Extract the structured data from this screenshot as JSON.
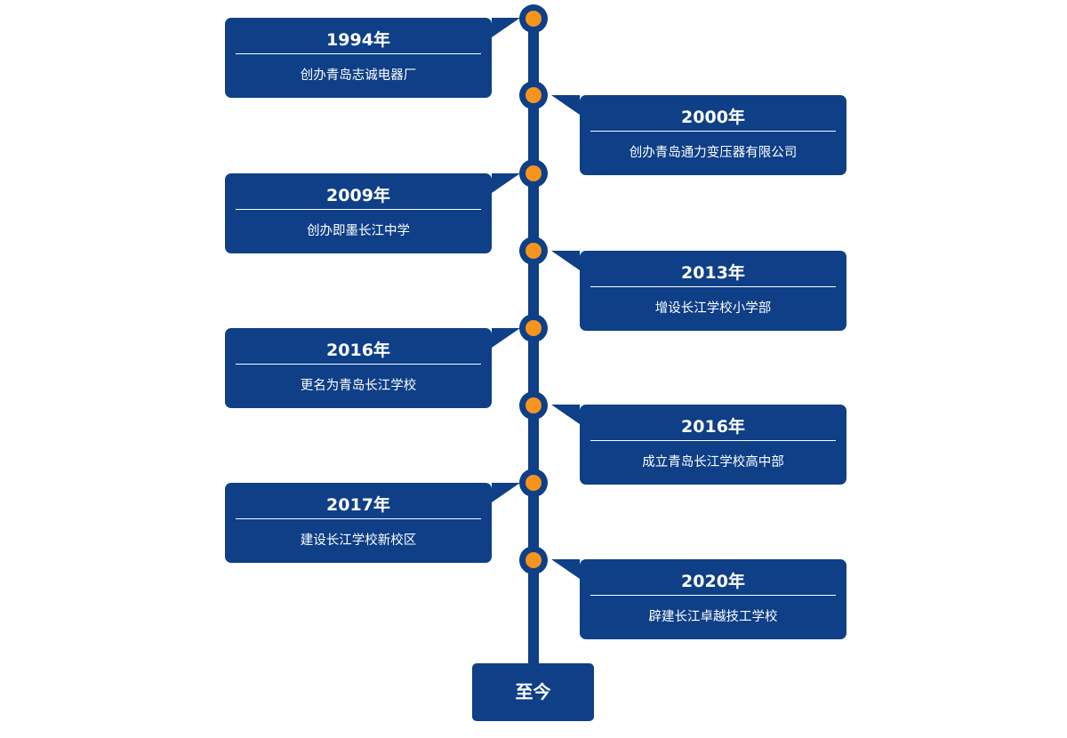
{
  "timeline": {
    "events": [
      {
        "year": "1994年",
        "description": "创办青岛志诚电器厂"
      },
      {
        "year": "2000年",
        "description": "创办青岛通力变压器有限公司"
      },
      {
        "year": "2009年",
        "description": "创办即墨长江中学"
      },
      {
        "year": "2013年",
        "description": "增设长江学校小学部"
      },
      {
        "year": "2016年",
        "description": "更名为青岛长江学校"
      },
      {
        "year": "2016年",
        "description": "成立青岛长江学校高中部"
      },
      {
        "year": "2017年",
        "description": "建设长江学校新校区"
      },
      {
        "year": "2020年",
        "description": "辟建长江卓越技工学校"
      }
    ],
    "end_label": "至今"
  },
  "colors": {
    "primary": "#0e3f87",
    "accent": "#f7941d",
    "text": "#ffffff"
  }
}
